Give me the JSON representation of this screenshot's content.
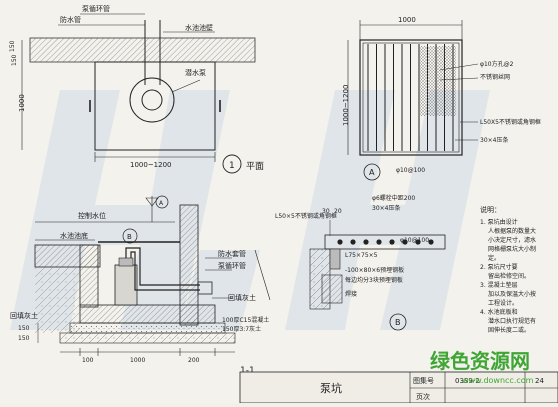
{
  "plan": {
    "top_labels": [
      "泵循环管",
      "防水管",
      "水池池壁"
    ],
    "pump_label": "潜水泵",
    "dim_width": "1000~1200",
    "dim_height": "1000",
    "dim_wall_top": "150",
    "dim_wall_bot": "150",
    "section_mark": "1",
    "plan_caption": "平面"
  },
  "cover_plan": {
    "dim_width": "1000",
    "dim_height": "1000~1200",
    "notes": [
      "φ10方孔@2",
      "不锈钢丝网",
      "L50X5不锈钢或角钢框",
      "30×4压条"
    ],
    "bar_note": "φ10@100",
    "detail_mark": "A"
  },
  "section": {
    "labels": {
      "control_level": "控制水位",
      "pool_bottom": "水池池底",
      "waterproof_sleeve": "防水套管",
      "pump_pipe": "泵循环管",
      "backfill_right": "回填灰土",
      "backfill_left": "回填灰土",
      "concrete_1": "100厚C15混凝土",
      "concrete_2": "150厚3:7灰土"
    },
    "mark_B": "B",
    "mark_A_small": "A",
    "dims_left": [
      "150",
      "150"
    ],
    "dims_bottom": [
      "100",
      "1000",
      "200"
    ],
    "caption": "1-1"
  },
  "detail_B": {
    "labels": [
      "L50×5不锈钢或角钢框",
      "φ6螺栓中距200",
      "30×4压条",
      "φ10@100",
      "L75×75×5",
      "-100×80×6预埋钢板",
      "每边均分3块预埋钢板",
      "焊接"
    ],
    "dims": [
      "30",
      "20"
    ],
    "mark": "B"
  },
  "notes": {
    "heading": "说明：",
    "items": [
      "1. 泵坑由设计人根据泵的数量大小决定尺寸，滤水网格栅泵坑大小制定。",
      "2. 泵坑尺寸要留出检修空间。",
      "3. 混凝土垫层加以及保温大小按工程设计。",
      "4. 水池底板和潜水口执行规范有固伸长度二或。"
    ]
  },
  "title_block": {
    "drawing_name": "泵坑",
    "atlas_label": "图集号",
    "atlas_no": "03S9-2",
    "page_label": "页次",
    "page_no": "24"
  },
  "watermark": {
    "text": "绿色资源网",
    "url": "www.downcc.com"
  },
  "colors": {
    "ink": "#222222",
    "paper": "#f4f2ec",
    "watermark_blue": "#cfdbe8",
    "watermark_green": "#3fa535"
  }
}
